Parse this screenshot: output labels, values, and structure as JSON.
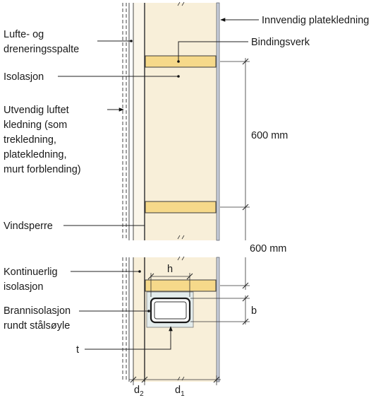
{
  "labels": {
    "innvendig": "Innvendig platekledning",
    "lufte_1": "Lufte- og",
    "lufte_2": "dreneringsspalte",
    "bindingsverk": "Bindingsverk",
    "isolasjon": "Isolasjon",
    "utvendig_1": "Utvendig luftet",
    "utvendig_2": "kledning (som",
    "utvendig_3": "trekledning,",
    "utvendig_4": "platekledning,",
    "utvendig_5": "murt forblending)",
    "vindsperre": "Vindsperre",
    "kontinuerlig_1": "Kontinuerlig",
    "kontinuerlig_2": "isolasjon",
    "brann_1": "Brannisolasjon",
    "brann_2": "rundt stålsøyle",
    "t": "t",
    "h": "h",
    "b": "b",
    "dim1": "600 mm",
    "dim2": "600 mm",
    "d2": "d",
    "d2_sub": "2",
    "d1": "d",
    "d1_sub": "1"
  },
  "colors": {
    "insulation": "#f8efd9",
    "stud": "#f6d98a",
    "stud_stroke": "#3a3a3a",
    "interior_board": "#c9cfdc",
    "fire_insulation": "#e3ecec",
    "steel_fill": "#ffffff",
    "steel_stroke": "#1a1a1a"
  }
}
